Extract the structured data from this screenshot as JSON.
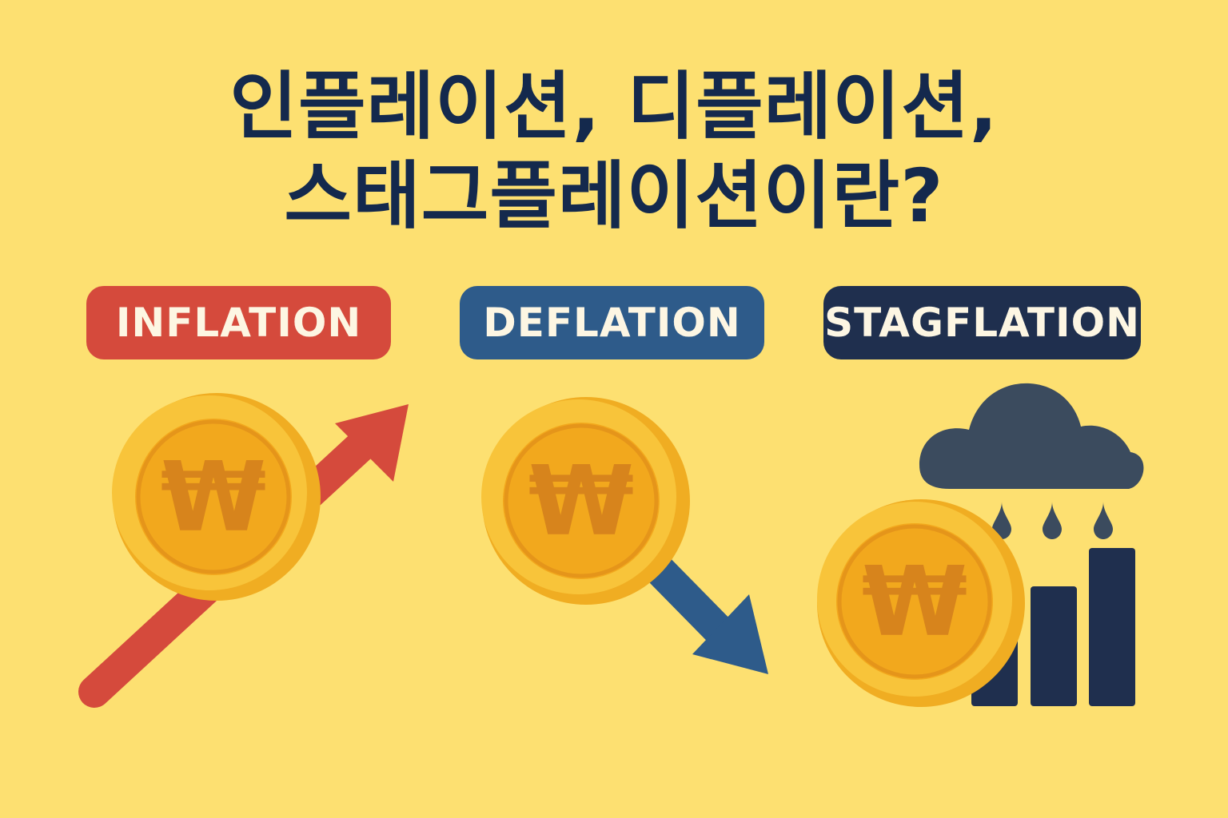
{
  "title": {
    "line1": "인플레이션, 디플레이션,",
    "line2": "스태그플레이션이란?"
  },
  "labels": {
    "inflation": "INFLATION",
    "deflation": "DEFLATION",
    "stagflation": "STAGFLATION"
  },
  "coin_symbol": "₩",
  "colors": {
    "background": "#fde071",
    "title": "#14294d",
    "inflation": "#d54a3c",
    "deflation": "#2e5b8a",
    "stagflation": "#1f2f4e",
    "coin_outer": "#f6bd2d",
    "coin_inner": "#f2a81d",
    "coin_symbol": "#d7841c",
    "cloud": "#3b4b5e"
  },
  "icons": [
    "won-coin-icon",
    "arrow-up-icon",
    "arrow-down-icon",
    "rain-cloud-icon",
    "bar-chart-icon"
  ]
}
